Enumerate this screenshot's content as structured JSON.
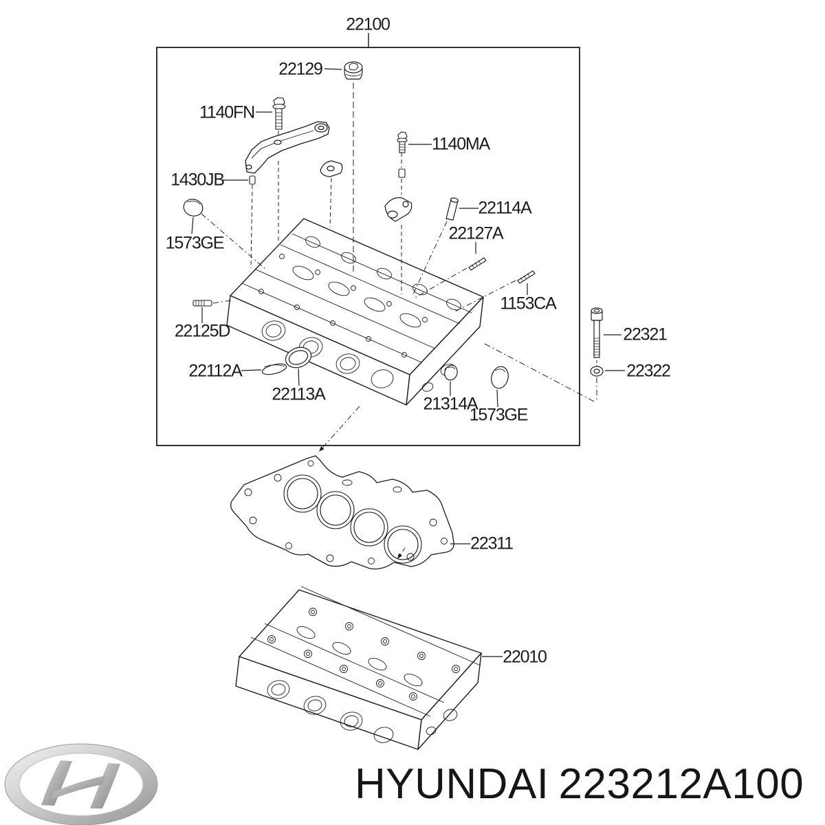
{
  "page": {
    "background_color": "#ffffff",
    "line_color": "#1b1b1b"
  },
  "diagram": {
    "type": "exploded-parts-diagram",
    "subject": "cylinder head assembly",
    "labels": {
      "p22100": "22100",
      "p22129": "22129",
      "p1140fn": "1140FN",
      "p1140ma": "1140MA",
      "p1430jb": "1430JB",
      "p22114a": "22114A",
      "p22127a": "22127A",
      "p1573ge_left": "1573GE",
      "p1153ca": "1153CA",
      "p22125d": "22125D",
      "p22112a": "22112A",
      "p22113a": "22113A",
      "p21314a": "21314A",
      "p1573ge_right": "1573GE",
      "p22321": "22321",
      "p22322": "22322",
      "p22311": "22311",
      "p22010": "22010"
    }
  },
  "logo": {
    "icon": "hyundai-logo",
    "ring_color": "#b9b9b9",
    "h_color": "#9a9a9a"
  },
  "footer": {
    "brand": "HYUNDAI",
    "part_number": "223212A100"
  }
}
